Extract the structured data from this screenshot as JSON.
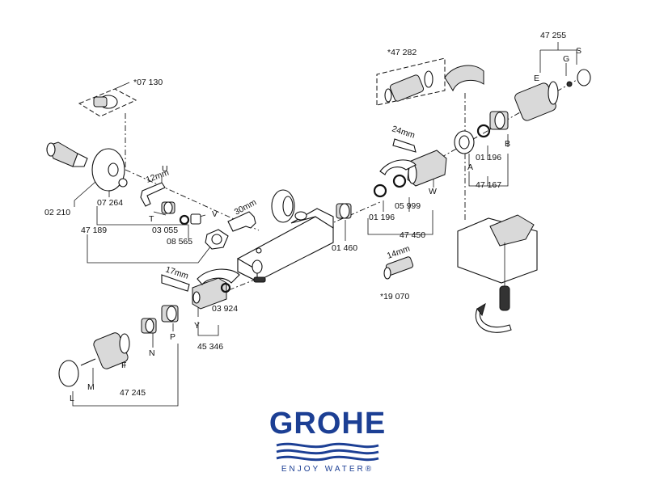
{
  "labels": {
    "p07130": "*07 130",
    "p02210": "02 210",
    "p07264": "07 264",
    "U": "U",
    "T": "T",
    "V": "V",
    "p03055": "03 055",
    "p08565": "08 565",
    "p47189": "47 189",
    "w12": "12mm",
    "w30": "30mm",
    "w17": "17mm",
    "w24": "24mm",
    "w14": "14mm",
    "p01460": "01 460",
    "p03924": "03 924",
    "Y": "Y",
    "p45346": "45 346",
    "P": "P",
    "N": "N",
    "F": "F",
    "M": "M",
    "L": "L",
    "p47245": "47 245",
    "p47282": "*47 282",
    "p19070": "*19 070",
    "p01196a": "01 196",
    "p05999": "05 999",
    "W": "W",
    "p47450": "47 450",
    "A": "A",
    "p01196b": "01 196",
    "B": "B",
    "p47167": "47 167",
    "p47255": "47 255",
    "E": "E",
    "G": "G",
    "S": "S"
  },
  "logo": {
    "word": "GROHE",
    "tagline": "ENJOY WATER®",
    "color": "#1c3f94"
  }
}
